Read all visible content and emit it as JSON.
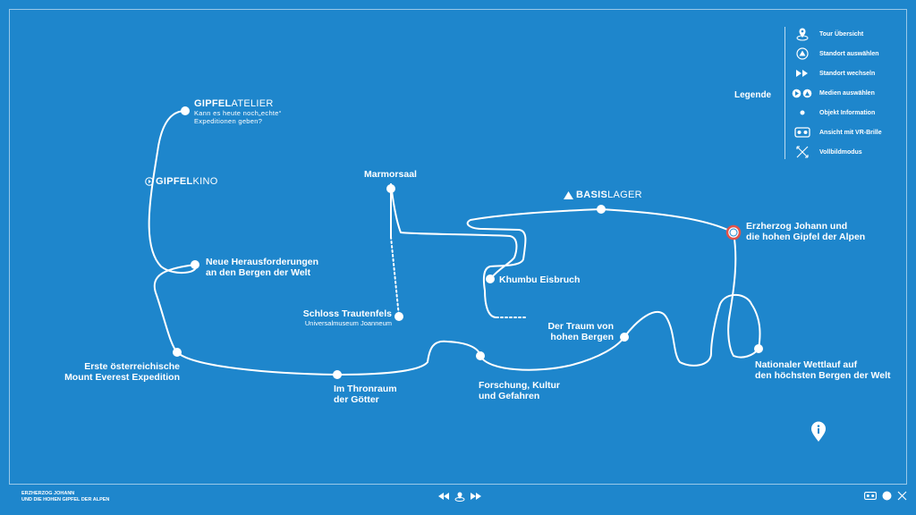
{
  "colors": {
    "background": "#1e86cc",
    "line": "#ffffff",
    "active_ring": "#e2524a"
  },
  "stations": {
    "gipfelatelier": {
      "strong": "GIPFEL",
      "light": "ATELIER",
      "sub1": "Kann es heute noch„echte“",
      "sub2": "Expeditionen geben?"
    },
    "gipfelkino": {
      "strong": "GIPFEL",
      "light": "KINO",
      "icon": "play-circle-icon"
    },
    "neue": {
      "l1": "Neue Herausforderungen",
      "l2": "an den Bergen der Welt"
    },
    "erste": {
      "l1": "Erste österreichische",
      "l2": "Mount Everest Expedition"
    },
    "thronraum": {
      "l1": "Im Thronraum",
      "l2": "der Götter"
    },
    "marmorsaal": {
      "l1": "Marmorsaal"
    },
    "schloss": {
      "l1": "Schloss Trautenfels",
      "sub": "Universalmuseum Joanneum"
    },
    "khumbu": {
      "l1": "Khumbu Eisbruch"
    },
    "basislager": {
      "strong": "BASIS",
      "light": "LAGER",
      "icon": "mountain-icon"
    },
    "erzherzog": {
      "l1": "Erzherzog Johann und",
      "l2": "die hohen Gipfel der Alpen"
    },
    "traum": {
      "l1": "Der Traum von",
      "l2": "hohen Bergen"
    },
    "forschung": {
      "l1": "Forschung, Kultur",
      "l2": "und Gefahren"
    },
    "wettlauf": {
      "l1": "Nationaler Wettlauf auf",
      "l2": "den höchsten Bergen der Welt"
    }
  },
  "legend": {
    "title": "Legende",
    "items": [
      {
        "label": "Tour Übersicht",
        "icon": "map-pin-icon"
      },
      {
        "label": "Standort auswählen",
        "icon": "location-select-icon"
      },
      {
        "label": "Standort wechseln",
        "icon": "fast-forward-icon"
      },
      {
        "label": "Medien auswählen",
        "icon": "media-icon"
      },
      {
        "label": "Objekt Information",
        "icon": "dot-icon"
      },
      {
        "label": "Ansicht mit VR-Brille",
        "icon": "vr-glasses-icon"
      },
      {
        "label": "Vollbildmodus",
        "icon": "fullscreen-icon"
      }
    ]
  },
  "footer": {
    "title_line1": "ERZHERZOG JOHANN",
    "title_line2": "UND DIE HOHEN GIPFEL DER ALPEN"
  }
}
